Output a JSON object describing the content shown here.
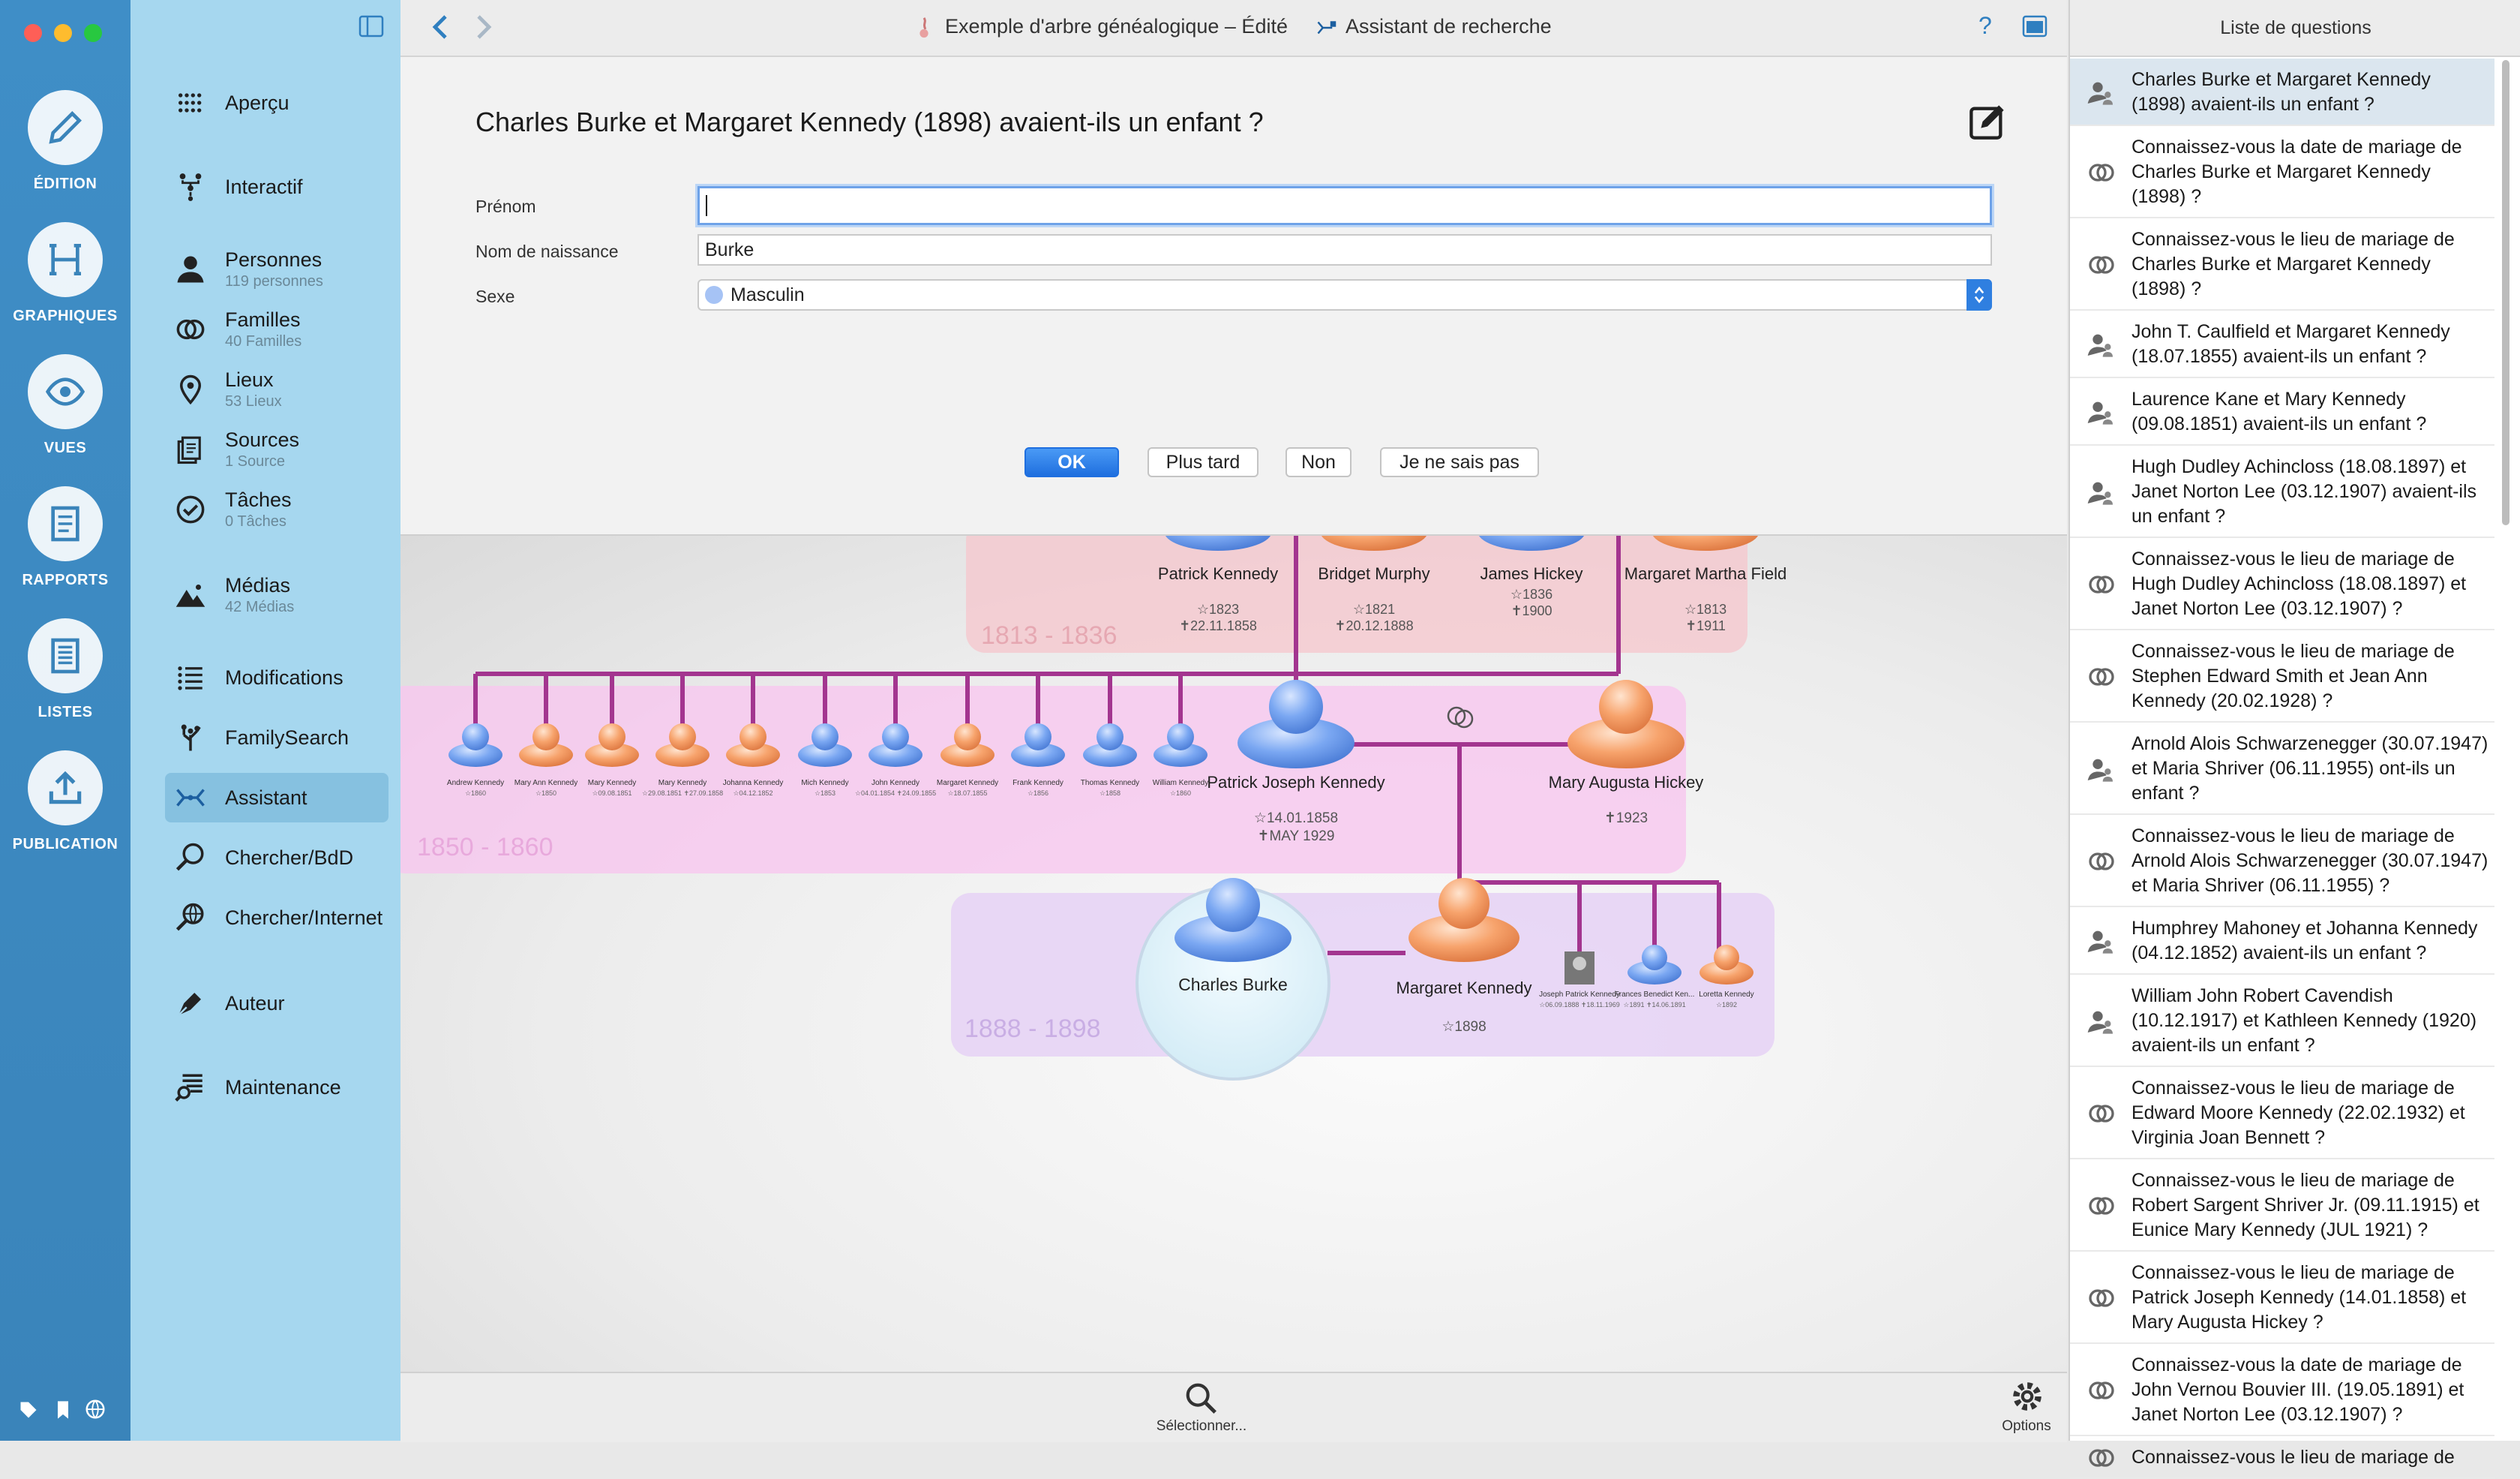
{
  "window": {
    "title": "Exemple d'arbre généalogique – Édité",
    "assistant_title": "Assistant de recherche"
  },
  "rail": [
    {
      "label": "ÉDITION",
      "icon": "pencil-icon"
    },
    {
      "label": "GRAPHIQUES",
      "icon": "chart-tree-icon"
    },
    {
      "label": "VUES",
      "icon": "eye-icon"
    },
    {
      "label": "RAPPORTS",
      "icon": "report-icon"
    },
    {
      "label": "LISTES",
      "icon": "list-doc-icon"
    },
    {
      "label": "PUBLICATION",
      "icon": "upload-icon"
    }
  ],
  "sidebar": {
    "items": [
      {
        "label": "Aperçu",
        "sub": "",
        "icon": "grid-icon"
      },
      {
        "label": "Interactif",
        "sub": "",
        "icon": "interactive-tree-icon"
      },
      {
        "label": "Personnes",
        "sub": "119 personnes",
        "icon": "person-icon"
      },
      {
        "label": "Familles",
        "sub": "40 Familles",
        "icon": "rings-icon"
      },
      {
        "label": "Lieux",
        "sub": "53 Lieux",
        "icon": "map-pin-icon"
      },
      {
        "label": "Sources",
        "sub": "1 Source",
        "icon": "sources-icon"
      },
      {
        "label": "Tâches",
        "sub": "0 Tâches",
        "icon": "checkmark-circle-icon"
      },
      {
        "label": "Médias",
        "sub": "42 Médias",
        "icon": "mountain-icon"
      },
      {
        "label": "Modifications",
        "sub": "",
        "icon": "list-icon"
      },
      {
        "label": "FamilySearch",
        "sub": "",
        "icon": "familysearch-tree-icon"
      },
      {
        "label": "Assistant",
        "sub": "",
        "icon": "assistant-icon"
      },
      {
        "label": "Chercher/BdD",
        "sub": "",
        "icon": "magnifier-icon"
      },
      {
        "label": "Chercher/Internet",
        "sub": "",
        "icon": "globe-search-icon"
      },
      {
        "label": "Auteur",
        "sub": "",
        "icon": "pen-nib-icon"
      },
      {
        "label": "Maintenance",
        "sub": "",
        "icon": "maintenance-icon"
      }
    ]
  },
  "dialog": {
    "question": "Charles Burke et Margaret Kennedy (1898) avaient-ils un enfant ?",
    "fields": {
      "first_name_label": "Prénom",
      "first_name_value": "",
      "birth_name_label": "Nom de naissance",
      "birth_name_value": "Burke",
      "sex_label": "Sexe",
      "sex_value": "Masculin"
    },
    "buttons": {
      "ok": "OK",
      "later": "Plus tard",
      "no": "Non",
      "dont_know": "Je ne sais pas"
    }
  },
  "tree": {
    "bands": [
      {
        "label": "1813 - 1836"
      },
      {
        "label": "1850 - 1860"
      },
      {
        "label": "1888 - 1898"
      }
    ],
    "top_row": [
      {
        "name": "Patrick Kennedy",
        "line1": "☆1823",
        "line2": "✝22.11.1858"
      },
      {
        "name": "Bridget Murphy",
        "line1": "☆1821",
        "line2": "✝20.12.1888"
      },
      {
        "name": "James Hickey",
        "line1": "☆1836",
        "line2": "✝1900"
      },
      {
        "name": "Margaret Martha Field",
        "line1": "☆1813",
        "line2": "✝1911"
      }
    ],
    "children": [
      {
        "name": "Andrew Kennedy",
        "date": "☆1860",
        "sex": "m"
      },
      {
        "name": "Mary Ann Kennedy",
        "date": "☆1850",
        "sex": "f"
      },
      {
        "name": "Mary Kennedy",
        "date": "☆09.08.1851",
        "sex": "f"
      },
      {
        "name": "Mary Kennedy",
        "date": "☆29.08.1851 ✝27.09.1858",
        "sex": "f"
      },
      {
        "name": "Johanna Kennedy",
        "date": "☆04.12.1852",
        "sex": "f"
      },
      {
        "name": "Mich Kennedy",
        "date": "☆1853",
        "sex": "m"
      },
      {
        "name": "John Kennedy",
        "date": "☆04.01.1854 ✝24.09.1855",
        "sex": "m"
      },
      {
        "name": "Margaret Kennedy",
        "date": "☆18.07.1855",
        "sex": "f"
      },
      {
        "name": "Frank Kennedy",
        "date": "☆1856",
        "sex": "m"
      },
      {
        "name": "Thomas Kennedy",
        "date": "☆1858",
        "sex": "m"
      },
      {
        "name": "William Kennedy",
        "date": "☆1860",
        "sex": "m"
      }
    ],
    "patrick_joseph": {
      "name": "Patrick Joseph Kennedy",
      "line1": "☆14.01.1858",
      "line2": "✝MAY 1929"
    },
    "mary_augusta": {
      "name": "Mary Augusta Hickey",
      "line1": "✝1923"
    },
    "charles": {
      "name": "Charles Burke"
    },
    "margaret": {
      "name": "Margaret Kennedy",
      "line1": "☆1898"
    },
    "grandchildren": [
      {
        "name": "Joseph Patrick Kennedy",
        "date": "☆06.09.1888 ✝18.11.1969",
        "sex": "photo"
      },
      {
        "name": "Frances Benedict Ken...",
        "date": "☆1891 ✝14.06.1891",
        "sex": "m"
      },
      {
        "name": "Loretta Kennedy",
        "date": "☆1892",
        "sex": "f"
      }
    ]
  },
  "bottombar": {
    "select_label": "Sélectionner...",
    "options_label": "Options"
  },
  "questions": {
    "header": "Liste de questions",
    "items": [
      {
        "text": "Charles Burke et Margaret Kennedy (1898) avaient-ils un enfant ?",
        "type": "child"
      },
      {
        "text": "Connaissez-vous la date de mariage de Charles Burke et Margaret Kennedy (1898) ?",
        "type": "marriage"
      },
      {
        "text": "Connaissez-vous le lieu de mariage de Charles Burke et Margaret Kennedy (1898) ?",
        "type": "marriage"
      },
      {
        "text": "John T. Caulfield et Margaret Kennedy (18.07.1855) avaient-ils un enfant ?",
        "type": "child"
      },
      {
        "text": "Laurence Kane et Mary Kennedy (09.08.1851) avaient-ils un enfant ?",
        "type": "child"
      },
      {
        "text": "Hugh Dudley Achincloss (18.08.1897) et Janet Norton Lee (03.12.1907) avaient-ils un enfant ?",
        "type": "child"
      },
      {
        "text": "Connaissez-vous le lieu de mariage de Hugh Dudley Achincloss (18.08.1897) et Janet Norton Lee (03.12.1907) ?",
        "type": "marriage"
      },
      {
        "text": "Connaissez-vous le lieu de mariage de Stephen Edward Smith et Jean Ann Kennedy (20.02.1928) ?",
        "type": "marriage"
      },
      {
        "text": "Arnold Alois Schwarzenegger (30.07.1947) et Maria Shriver (06.11.1955) ont-ils un enfant ?",
        "type": "child"
      },
      {
        "text": "Connaissez-vous le lieu de mariage de Arnold Alois Schwarzenegger (30.07.1947) et Maria Shriver (06.11.1955) ?",
        "type": "marriage"
      },
      {
        "text": "Humphrey Mahoney et Johanna Kennedy (04.12.1852) avaient-ils un enfant ?",
        "type": "child"
      },
      {
        "text": "William John Robert Cavendish (10.12.1917) et Kathleen Kennedy (1920) avaient-ils un enfant ?",
        "type": "child"
      },
      {
        "text": "Connaissez-vous le lieu de mariage de Edward Moore Kennedy (22.02.1932) et Virginia Joan Bennett ?",
        "type": "marriage"
      },
      {
        "text": "Connaissez-vous le lieu de mariage de Robert Sargent Shriver Jr. (09.11.1915) et Eunice Mary Kennedy (JUL 1921) ?",
        "type": "marriage"
      },
      {
        "text": "Connaissez-vous le lieu de mariage de Patrick Joseph Kennedy (14.01.1858) et Mary Augusta Hickey ?",
        "type": "marriage"
      },
      {
        "text": "Connaissez-vous la date de mariage de John Vernou Bouvier III. (19.05.1891) et Janet Norton Lee (03.12.1907) ?",
        "type": "marriage"
      },
      {
        "text": "Connaissez-vous le lieu de mariage de",
        "type": "marriage"
      }
    ]
  },
  "colors": {
    "accent": "#2f7fe0",
    "rail": "#3f8ec7",
    "sidebar": "#a6d7ef",
    "male": "#7aa7f2",
    "female": "#f7a36c"
  }
}
